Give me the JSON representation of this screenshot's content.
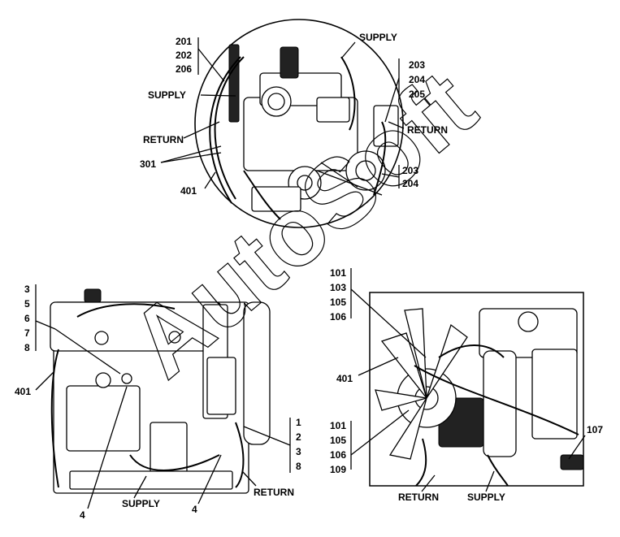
{
  "watermark": "AutoSoft",
  "callouts": {
    "top": {
      "group_left": [
        "201",
        "202",
        "206"
      ],
      "group_right_top": [
        "203",
        "204",
        "205"
      ],
      "group_right_bottom": [
        "203",
        "204"
      ],
      "supply_top": "SUPPLY",
      "supply_left": "SUPPLY",
      "return_left": "RETURN",
      "return_right": "RETURN",
      "part_301": "301",
      "part_401": "401"
    },
    "left": {
      "group_left": [
        "3",
        "5",
        "6",
        "7",
        "8"
      ],
      "group_right": [
        "1",
        "2",
        "3",
        "8"
      ],
      "part_401": "401",
      "part_4a": "4",
      "part_4b": "4",
      "supply": "SUPPLY",
      "return": "RETURN"
    },
    "right": {
      "group_top": [
        "101",
        "103",
        "105",
        "106"
      ],
      "group_bottom": [
        "101",
        "105",
        "106",
        "109"
      ],
      "part_401": "401",
      "part_107": "107",
      "return": "RETURN",
      "supply": "SUPPLY"
    }
  }
}
